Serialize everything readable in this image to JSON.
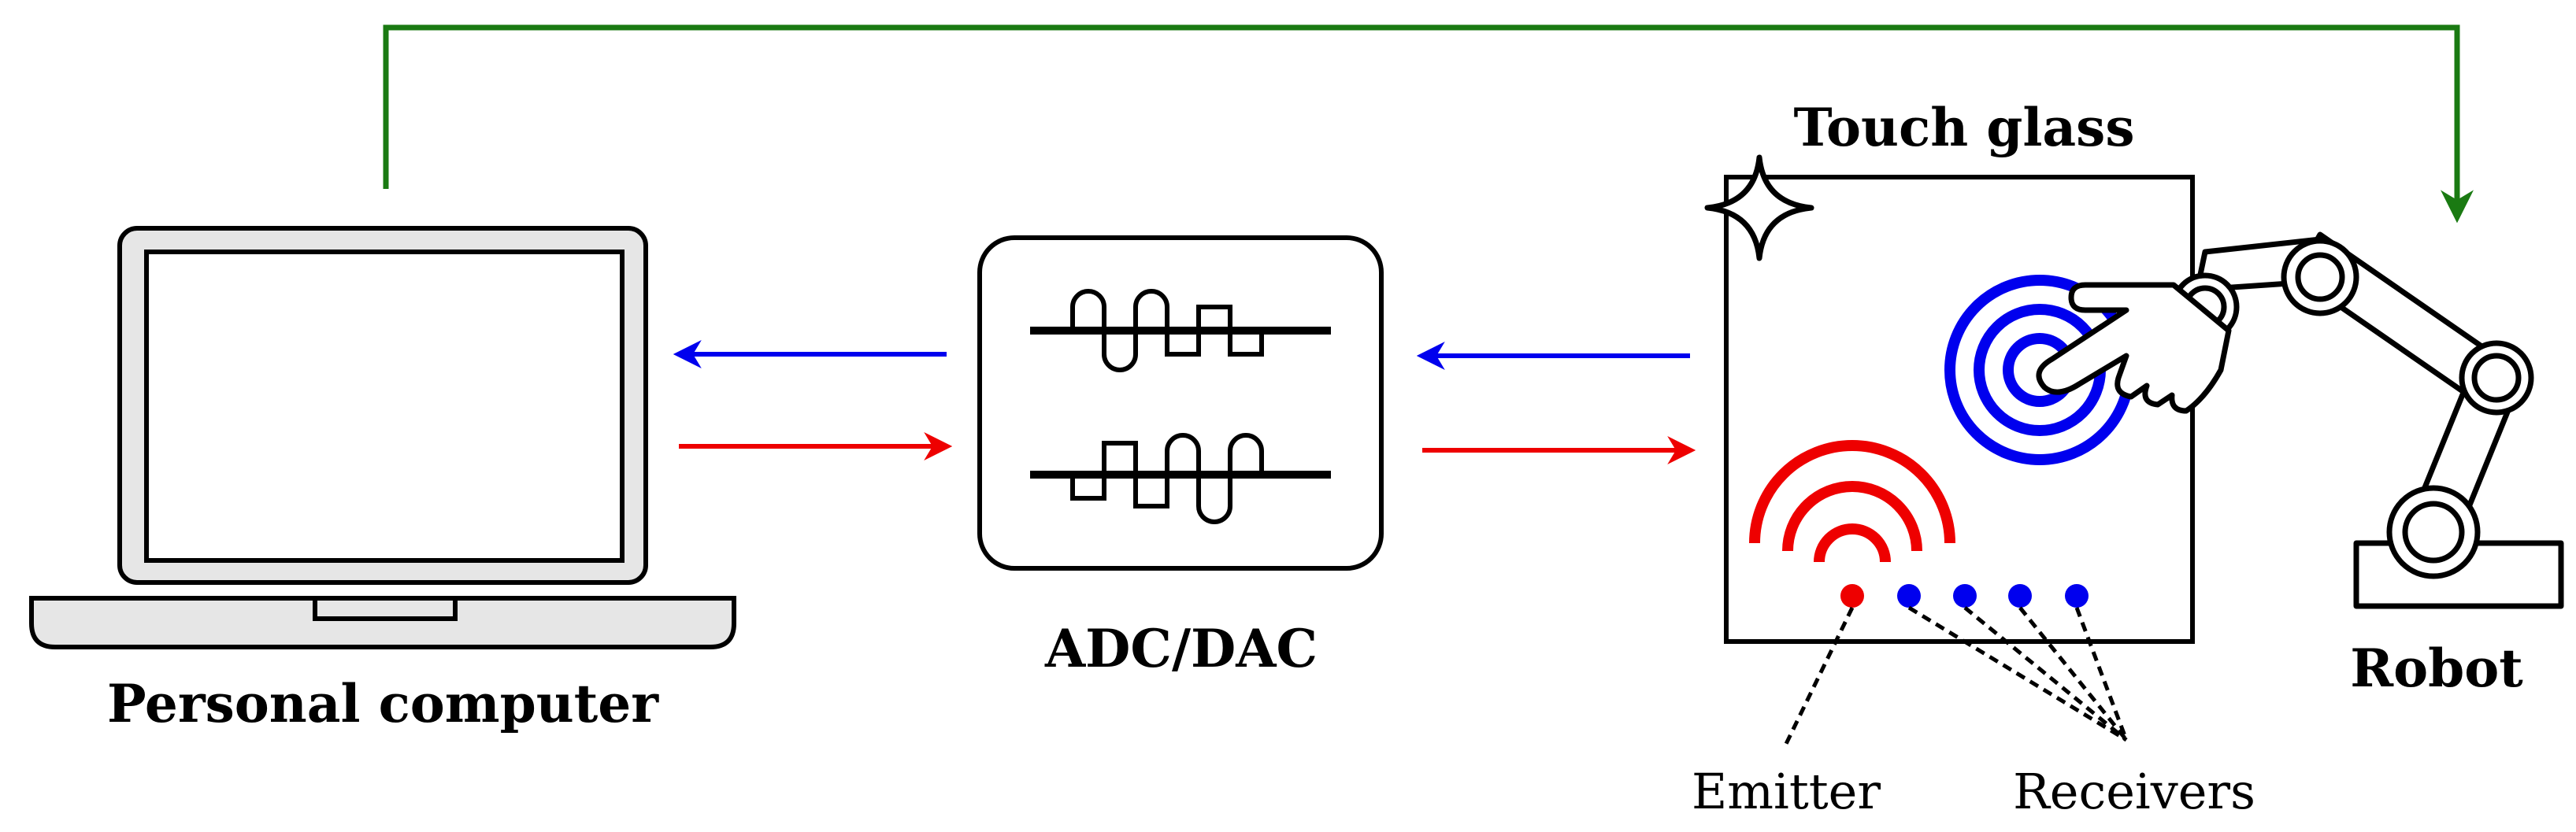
{
  "labels": {
    "computer": "Personal computer",
    "adc": "ADC/DAC",
    "touch_glass": "Touch glass",
    "robot": "Robot",
    "emitter": "Emitter",
    "receivers": "Receivers"
  },
  "colors": {
    "command_link": "#1a7a12",
    "rx_signal": "#0000ee",
    "tx_signal": "#ee0000",
    "device_fill": "#e6e6e6",
    "stroke": "#000000"
  }
}
